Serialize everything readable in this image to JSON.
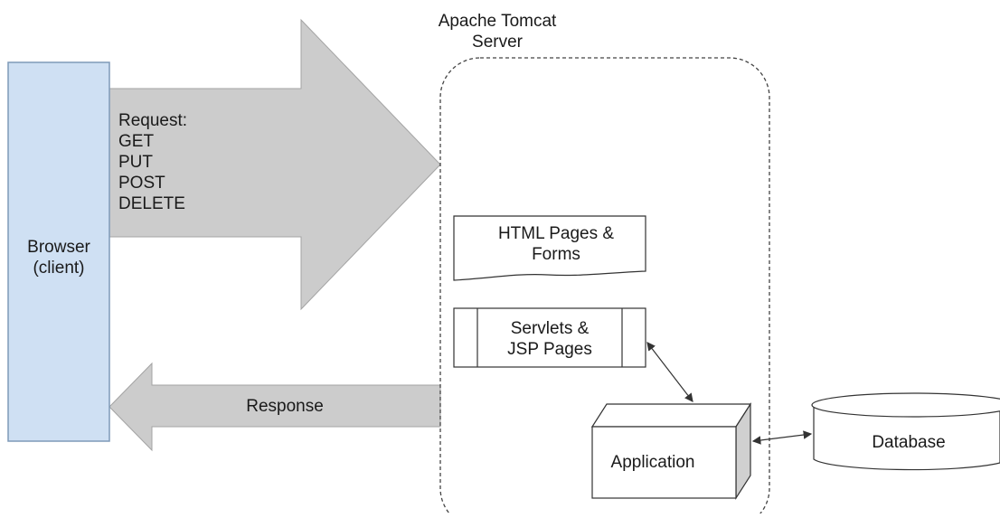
{
  "server": {
    "title_line1": "Apache Tomcat",
    "title_line2": "Server"
  },
  "browser": {
    "line1": "Browser",
    "line2": "(client)"
  },
  "request": {
    "title": "Request:",
    "methods": [
      "GET",
      "PUT",
      "POST",
      "DELETE"
    ]
  },
  "response": {
    "label": "Response"
  },
  "components": {
    "html_pages_line1": "HTML Pages &",
    "html_pages_line2": "Forms",
    "servlets_line1": "Servlets &",
    "servlets_line2": "JSP Pages",
    "application": "Application",
    "database": "Database"
  },
  "colors": {
    "browser_fill": "#cfe0f3",
    "browser_stroke": "#7f9ab8",
    "arrow_fill": "#cccccc",
    "arrow_stroke": "#999999",
    "line": "#333333",
    "box_side": "#d0d0d0"
  }
}
